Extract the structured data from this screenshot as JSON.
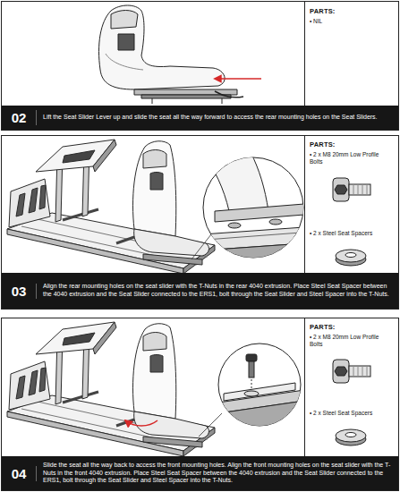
{
  "diagram": {
    "nodes": [
      {
        "text": [
          "PARTS:",
          "• NIL"
        ]
      },
      {
        "text": [
          "02",
          "Lift the Seat Slider Lever up and slide the seat all the way forward to access the rear mounting holes on the Seat Sliders."
        ]
      },
      {
        "text": [
          "PARTS:",
          "• 2 x M8 20mm Low Profile Bolts",
          "• 2 x Steel Seat Spacers"
        ]
      },
      {
        "text": [
          "03",
          "Align the rear mounting holes on the seat slider with the T-Nuts in the rear 4040 extrusion. Place Steel Seat Spacer between the 4040 extrusion and the Seat Slider connected to the ERS1, bolt through the Seat Slider and Steel Spacer into the T-Nuts."
        ]
      },
      {
        "text": [
          "PARTS:",
          "• 2 x M8 20mm Low Profile Bolts",
          "• 2 x Steel Seat Spacers"
        ]
      },
      {
        "text": [
          "04",
          "Slide the seat all the way back to access the front mounting holes. Align the front mounting holes on the seat slider with the T-Nuts in the front 4040 extrusion. Place Steel Seat Spacer between the 4040 extrusion and the Seat Slider connected to the ERS1, bolt through the Seat Slider and Steel Spacer into the T-Nuts."
        ]
      }
    ]
  }
}
